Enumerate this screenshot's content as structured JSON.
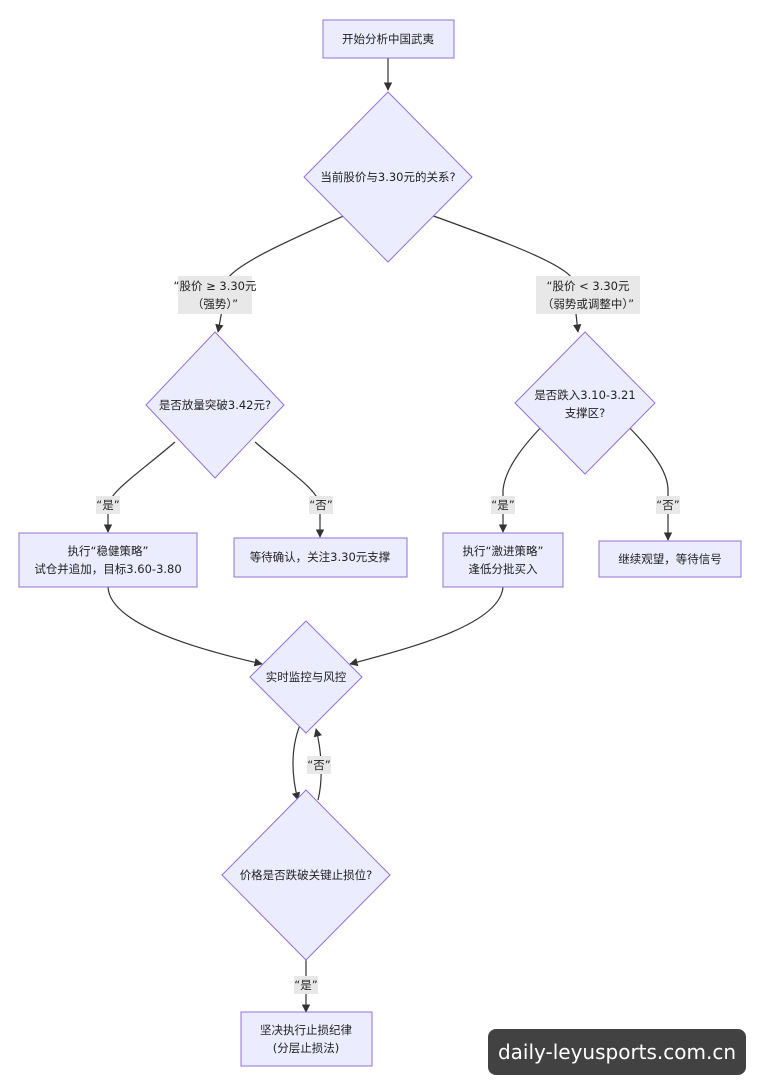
{
  "colors": {
    "node_fill": "#ECECFF",
    "node_stroke": "#9370DB",
    "edge": "#333333",
    "label_bg": "#E8E8E8"
  },
  "nodes": {
    "start": [
      "开始分析中国武夷"
    ],
    "price_relation": [
      "当前股价与3.30元的关系?"
    ],
    "breakout_check": [
      "是否放量突破3.42元?"
    ],
    "support_check": [
      "是否跌入3.10-3.21",
      "支撑区?"
    ],
    "steady_strategy": [
      "执行“稳健策略”",
      "试仓并追加，目标3.60-3.80"
    ],
    "wait_confirm": [
      "等待确认，关注3.30元支撑"
    ],
    "aggressive_strategy": [
      "执行“激进策略”",
      "逢低分批买入"
    ],
    "keep_watching": [
      "继续观望，等待信号"
    ],
    "monitor": [
      "实时监控与风控"
    ],
    "stop_check": [
      "价格是否跌破关键止损位?"
    ],
    "stop_loss": [
      "坚决执行止损纪律",
      "(分层止损法)"
    ]
  },
  "edge_labels": {
    "strong": [
      "“股价 ≥ 3.30元",
      "（强势）”"
    ],
    "weak": [
      "“股价 < 3.30元",
      "（弱势或调整中）”"
    ],
    "steady_yes": [
      "“是”"
    ],
    "steady_no": [
      "“否”"
    ],
    "support_yes": [
      "“是”"
    ],
    "support_no": [
      "“否”"
    ],
    "loop_no": [
      "“否”"
    ],
    "stop_yes": [
      "“是”"
    ]
  },
  "watermark": "daily-leyusports.com.cn"
}
